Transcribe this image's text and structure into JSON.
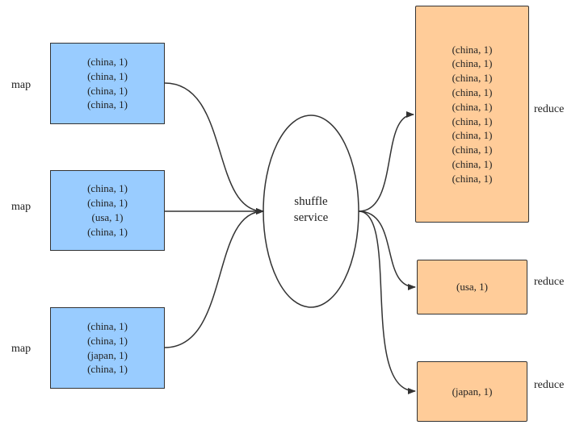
{
  "maps": [
    {
      "label": "map",
      "items": [
        "(china, 1)",
        "(china, 1)",
        "(china, 1)",
        "(china, 1)"
      ]
    },
    {
      "label": "map",
      "items": [
        "(china, 1)",
        "(china, 1)",
        "(usa, 1)",
        "(china, 1)"
      ]
    },
    {
      "label": "map",
      "items": [
        "(china, 1)",
        "(china, 1)",
        "(japan, 1)",
        "(china, 1)"
      ]
    }
  ],
  "shuffle": {
    "line1": "shuffle",
    "line2": "service"
  },
  "reduces": [
    {
      "label": "reduce",
      "items": [
        "(china, 1)",
        "(china, 1)",
        "(china, 1)",
        "(china, 1)",
        "(china, 1)",
        "(china, 1)",
        "(china, 1)",
        "(china, 1)",
        "(china, 1)",
        "(china, 1)"
      ]
    },
    {
      "label": "reduce",
      "items": [
        "(usa, 1)"
      ]
    },
    {
      "label": "reduce",
      "items": [
        "(japan, 1)"
      ]
    }
  ],
  "colors": {
    "map_fill": "#99ccff",
    "reduce_fill": "#ffcc99",
    "stroke": "#333333"
  }
}
